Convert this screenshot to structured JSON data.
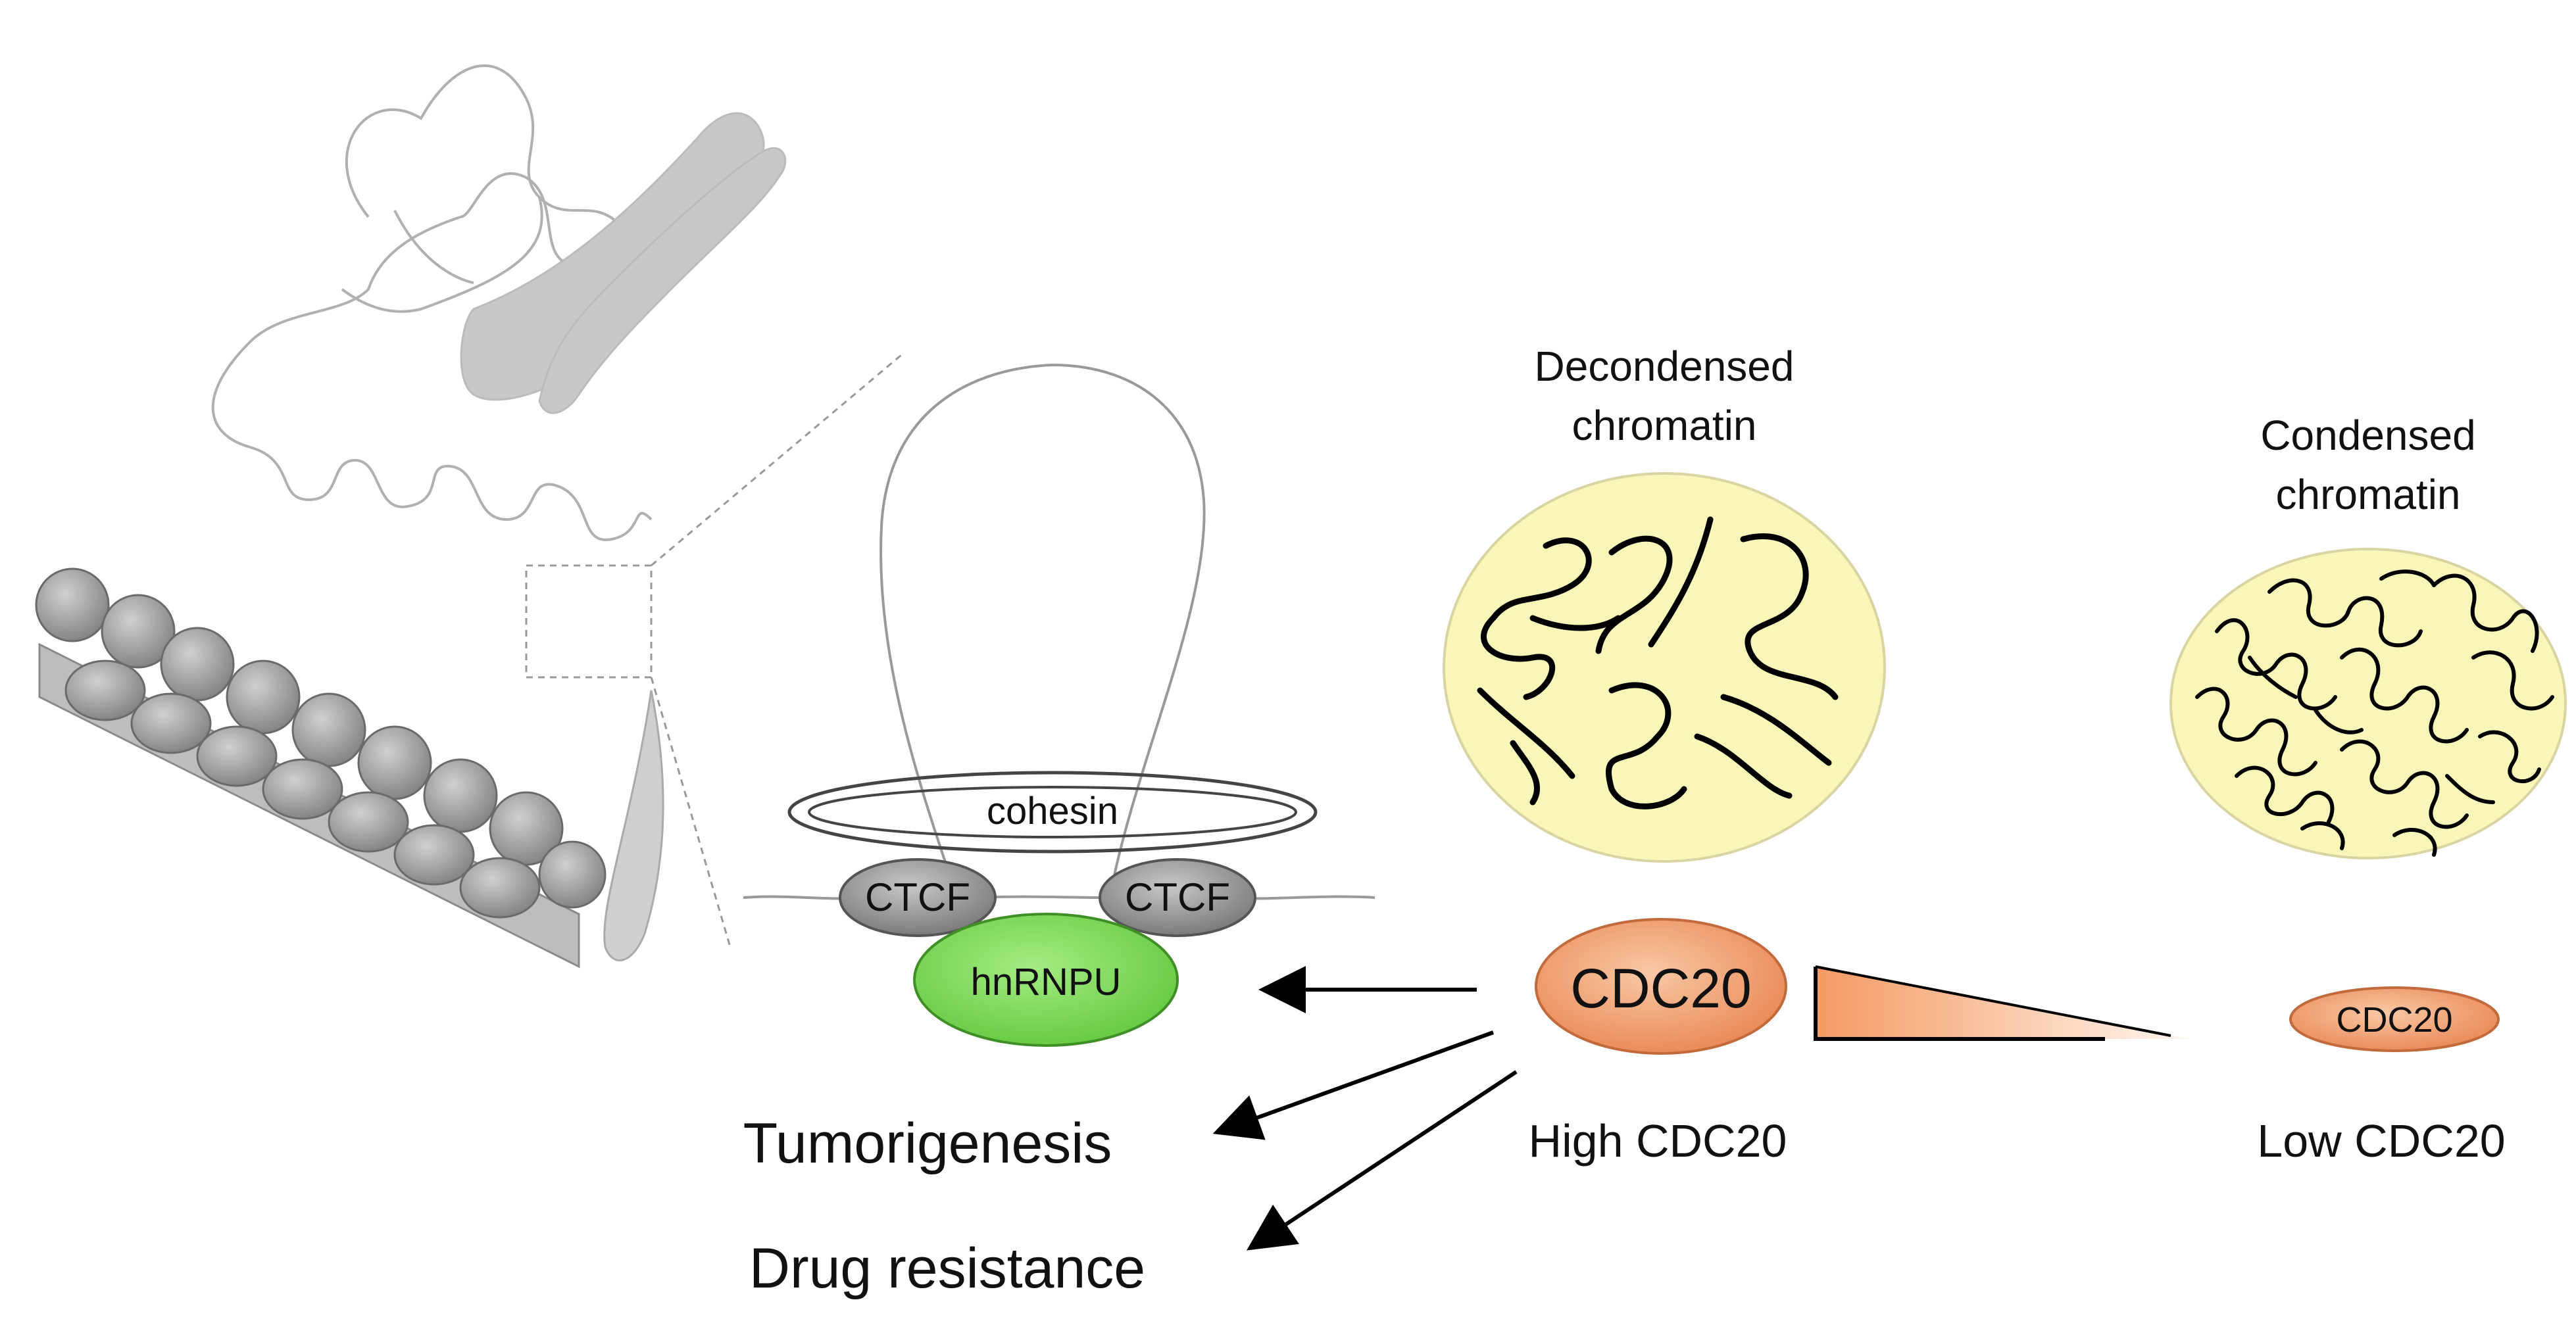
{
  "labels": {
    "cohesin": "cohesin",
    "ctcf_left": "CTCF",
    "ctcf_right": "CTCF",
    "hnrnpu": "hnRNPU",
    "decondensed_line1": "Decondensed",
    "decondensed_line2": "chromatin",
    "condensed_line1": "Condensed",
    "condensed_line2": "chromatin",
    "cdc20_high_oval": "CDC20",
    "cdc20_low_oval": "CDC20",
    "high_cdc20": "High CDC20",
    "low_cdc20": "Low CDC20",
    "tumorigenesis": "Tumorigenesis",
    "drug_resistance": "Drug resistance"
  },
  "colors": {
    "chromatin_fill": "#f8f6b8",
    "cdc20_fill": "#f4a77e",
    "hnrnpu_fill": "#7cd957",
    "ctcf_fill": "#8c8c8c",
    "chromosome_fill": "#c8c8c8",
    "nucleosome_fill": "#9a9a9a"
  },
  "icons": [
    "chromosome-icon",
    "nucleosome-fiber-icon",
    "chromatin-loop-icon",
    "gradient-wedge-icon"
  ]
}
